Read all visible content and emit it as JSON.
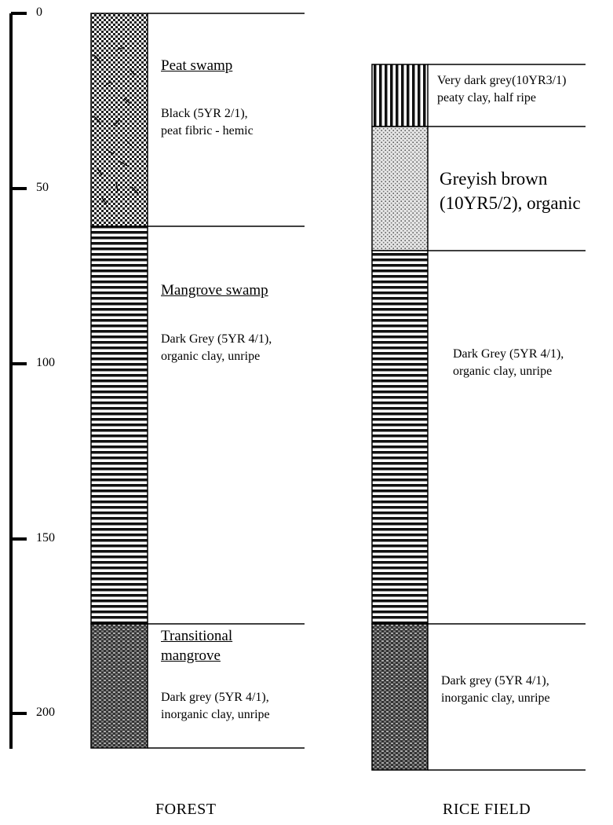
{
  "depth_scale": {
    "ticks": [
      "0",
      "50",
      "100",
      "150",
      "200"
    ]
  },
  "forest": {
    "caption": "FOREST",
    "layers": [
      {
        "title": "Peat swamp",
        "lines": [
          "Black (5YR 2/1),",
          "peat fibric - hemic"
        ]
      },
      {
        "title": "Mangrove swamp",
        "lines": [
          "Dark Grey (5YR 4/1),",
          "organic clay, unripe"
        ]
      },
      {
        "title_lines": [
          "Transitional",
          "mangrove"
        ],
        "lines": [
          "Dark grey (5YR 4/1),",
          "inorganic clay, unripe"
        ]
      }
    ]
  },
  "rice_field": {
    "caption": "RICE FIELD",
    "layers": [
      {
        "lines": [
          "Very dark grey(10YR3/1)",
          "peaty clay, half ripe"
        ]
      },
      {
        "lines": [
          "Greyish brown",
          "(10YR5/2), organic"
        ]
      },
      {
        "lines": [
          "Dark Grey (5YR 4/1),",
          "organic clay, unripe"
        ]
      },
      {
        "lines": [
          "Dark grey (5YR 4/1),",
          "inorganic clay, unripe"
        ]
      }
    ]
  }
}
